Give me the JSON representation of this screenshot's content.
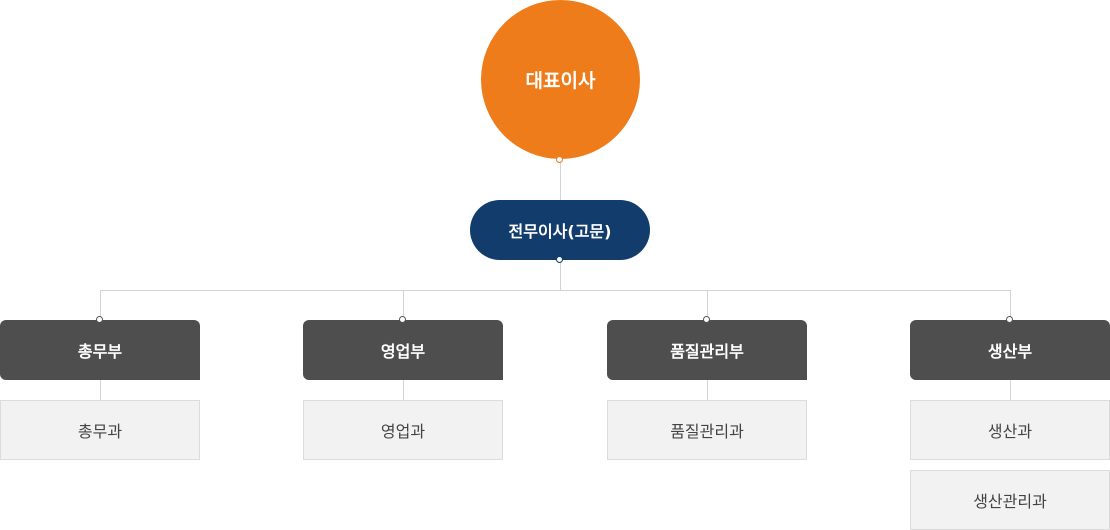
{
  "chart": {
    "ceo": "대표이사",
    "vice": "전무이사(고문)",
    "departments": [
      {
        "name": "총무부",
        "subs": [
          "총무과"
        ]
      },
      {
        "name": "영업부",
        "subs": [
          "영업과"
        ]
      },
      {
        "name": "품질관리부",
        "subs": [
          "품질관리과"
        ]
      },
      {
        "name": "생산부",
        "subs": [
          "생산과",
          "생산관리과"
        ]
      }
    ]
  },
  "colors": {
    "ceo": "#ee7c1b",
    "vice": "#123c6c",
    "department": "#4e4e4e",
    "sub_background": "#f2f2f2",
    "connector": "#d4d4d4"
  }
}
